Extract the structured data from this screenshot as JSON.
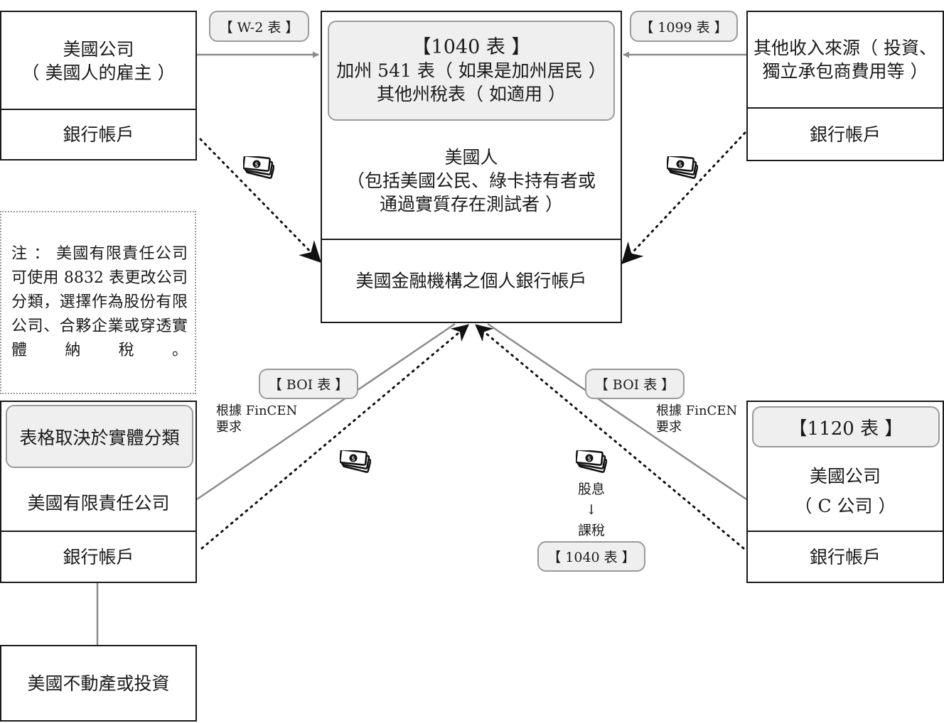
{
  "center": {
    "forms_title": "【1040 表 】",
    "forms_line2": "加州 541 表（ 如果是加州居民 ）",
    "forms_line3": "其他州稅表（ 如適用 ）",
    "person_title": "美國人",
    "person_line2": "（包括美國公民、綠卡持有者或",
    "person_line3": "通過實質存在測試者 ）",
    "bank": "美國金融機構之個人銀行帳戶"
  },
  "employer": {
    "line1": "美國公司",
    "line2": "（ 美國人的雇主 ）",
    "bank": "銀行帳戶",
    "form_tag": "【 W-2 表 】"
  },
  "other_income": {
    "line1": "其他收入來源（ 投資、",
    "line2": "獨立承包商費用等 ）",
    "bank": "銀行帳戶",
    "form_tag": "【 1099 表 】"
  },
  "note": {
    "text": "注 ： 美國有限責任公司可使用 8832 表更改公司分類，選擇作為股份有限公司、合夥企業或穿透實體納稅。"
  },
  "llc": {
    "form_box": "表格取決於實體分類",
    "name": "美國有限責任公司",
    "bank": "銀行帳戶",
    "boi_tag": "【 BOI 表 】",
    "fincen_line1": "根據 FinCEN",
    "fincen_line2": "要求",
    "asset": "美國不動產或投資"
  },
  "ccorp": {
    "form_box": "【1120 表 】",
    "line1": "美國公司",
    "line2": "（ C 公司 ）",
    "bank": "銀行帳戶",
    "boi_tag": "【 BOI 表 】",
    "fincen_line1": "根據 FinCEN",
    "fincen_line2": "要求"
  },
  "dividend": {
    "label": "股息",
    "arrow": "↓",
    "taxed": "課稅",
    "form_tag": "【 1040 表 】"
  },
  "icons": [
    "money-icon",
    "money-icon",
    "money-icon",
    "money-icon"
  ],
  "colors": {
    "border": "#1a1a1a",
    "arrow_gray": "#8c8c8c",
    "pill_fill": "#efefef",
    "pill_border": "#9a9a9a"
  }
}
